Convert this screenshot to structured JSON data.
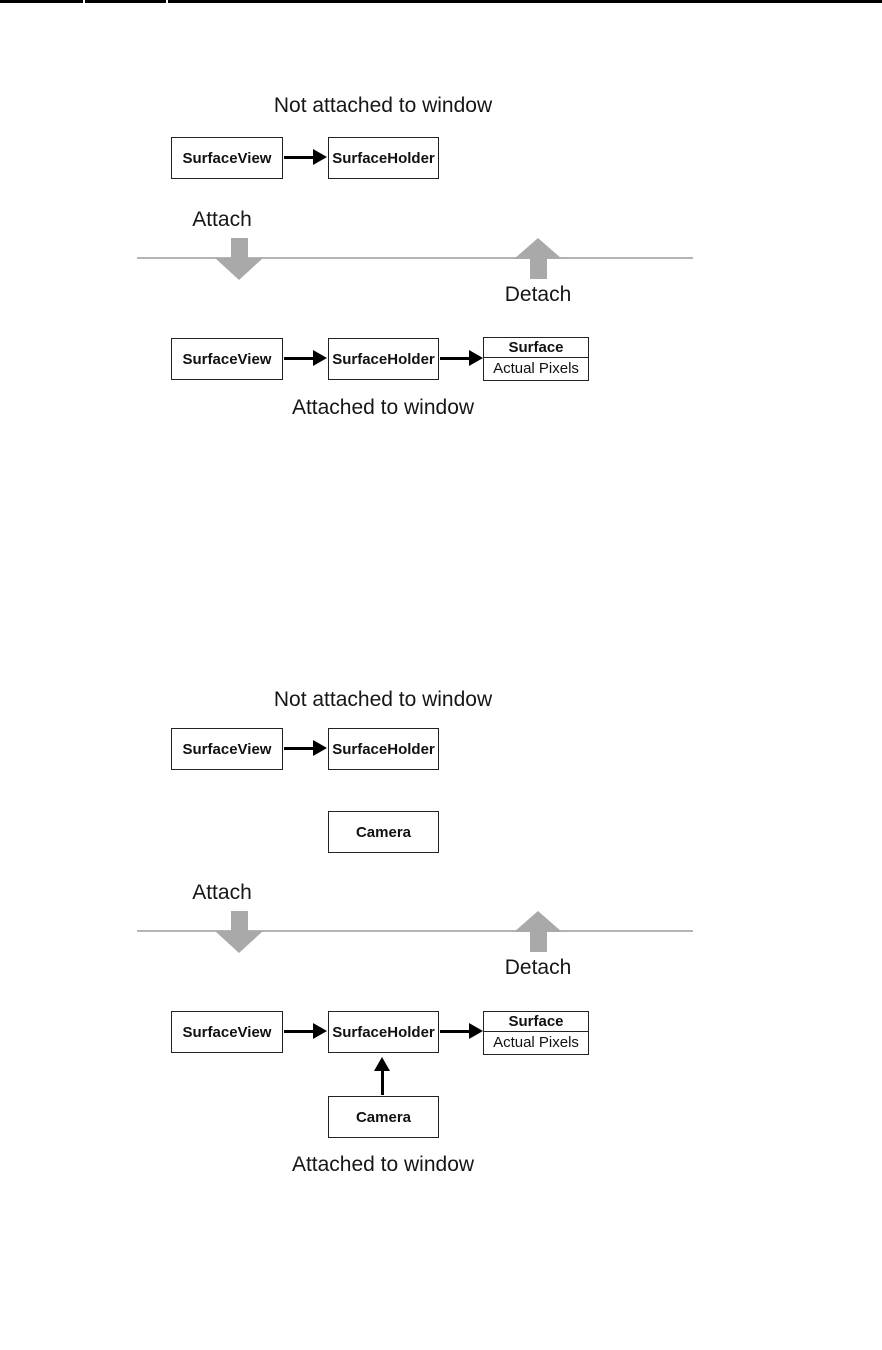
{
  "colors": {
    "arrow_gray": "#a9a9a9",
    "timeline_gray": "#b4b4b4",
    "box_border": "#222222",
    "text": "#161616",
    "black_arrow": "#000000"
  },
  "diagram1": {
    "title_not_attached": "Not attached to window",
    "title_attached": "Attached to window",
    "attach_label": "Attach",
    "detach_label": "Detach",
    "row_detached": {
      "surfaceview": "SurfaceView",
      "surfaceholder": "SurfaceHolder"
    },
    "row_attached": {
      "surfaceview": "SurfaceView",
      "surfaceholder": "SurfaceHolder",
      "surface": "Surface",
      "actual_pixels": "Actual Pixels"
    }
  },
  "diagram2": {
    "title_not_attached": "Not attached to window",
    "title_attached": "Attached to window",
    "attach_label": "Attach",
    "detach_label": "Detach",
    "row_detached": {
      "surfaceview": "SurfaceView",
      "surfaceholder": "SurfaceHolder",
      "camera": "Camera"
    },
    "row_attached": {
      "surfaceview": "SurfaceView",
      "surfaceholder": "SurfaceHolder",
      "surface": "Surface",
      "actual_pixels": "Actual Pixels",
      "camera": "Camera"
    }
  }
}
